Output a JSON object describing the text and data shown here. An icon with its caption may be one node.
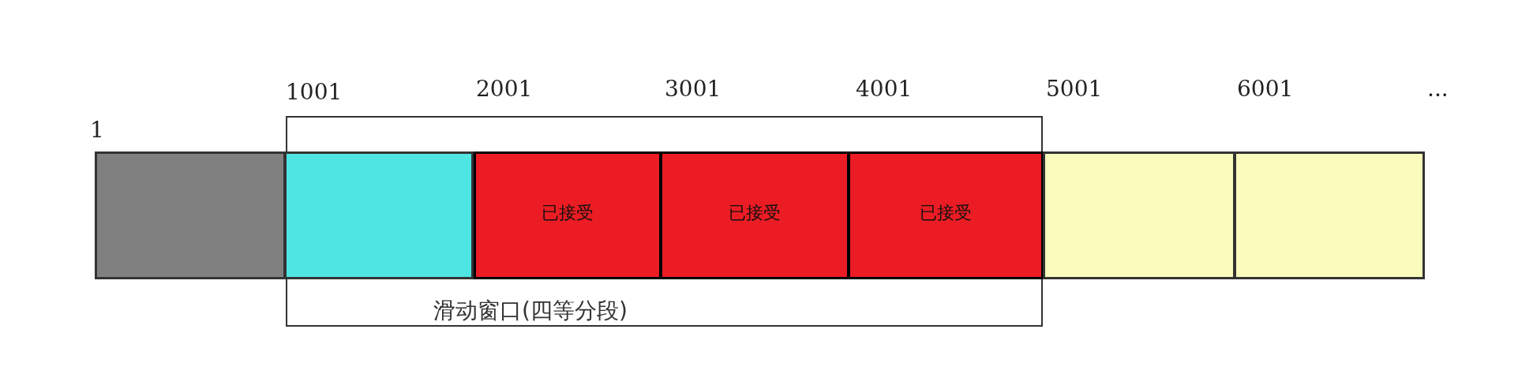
{
  "diagram": {
    "nodes": [
      {
        "text": [],
        "shape": "box"
      },
      {
        "text": [
          "滑动窗口(四等分段)"
        ]
      },
      {
        "text": [],
        "shape": "box",
        "in": 1
      },
      {
        "text": [
          "已接受"
        ],
        "in": 1
      },
      {
        "text": [
          "已接受"
        ],
        "in": 1
      },
      {
        "text": [
          "已接受"
        ],
        "in": 1
      },
      {
        "text": [],
        "shape": "box"
      },
      {
        "text": [],
        "shape": "box"
      }
    ],
    "edges": [],
    "labels": [
      "1001",
      "2001",
      "3001",
      "4001",
      "5001",
      "6001",
      "...",
      "1"
    ]
  }
}
